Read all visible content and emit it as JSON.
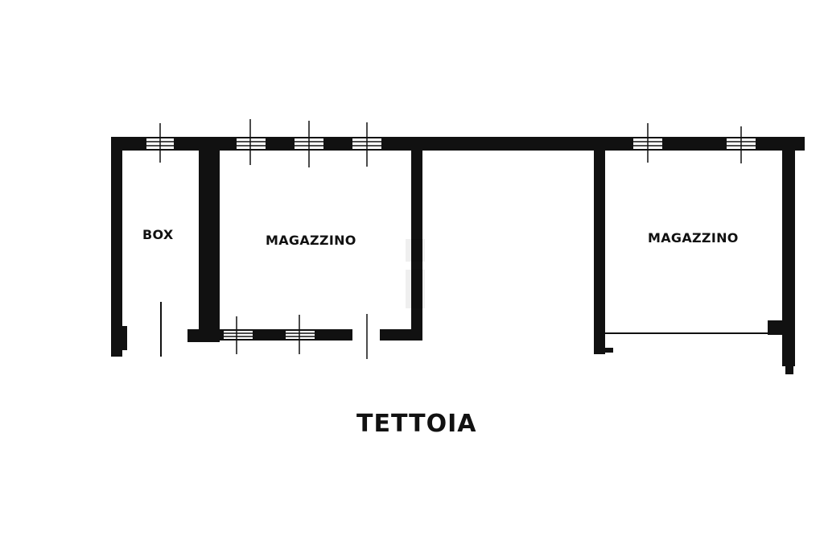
{
  "labels": {
    "box": "BOX",
    "magazzino_left": "MAGAZZINO",
    "magazzino_right": "MAGAZZINO",
    "tettoia": "TETTOIA"
  },
  "colors": {
    "wall": "#111111",
    "background": "#ffffff",
    "text": "#111111"
  }
}
